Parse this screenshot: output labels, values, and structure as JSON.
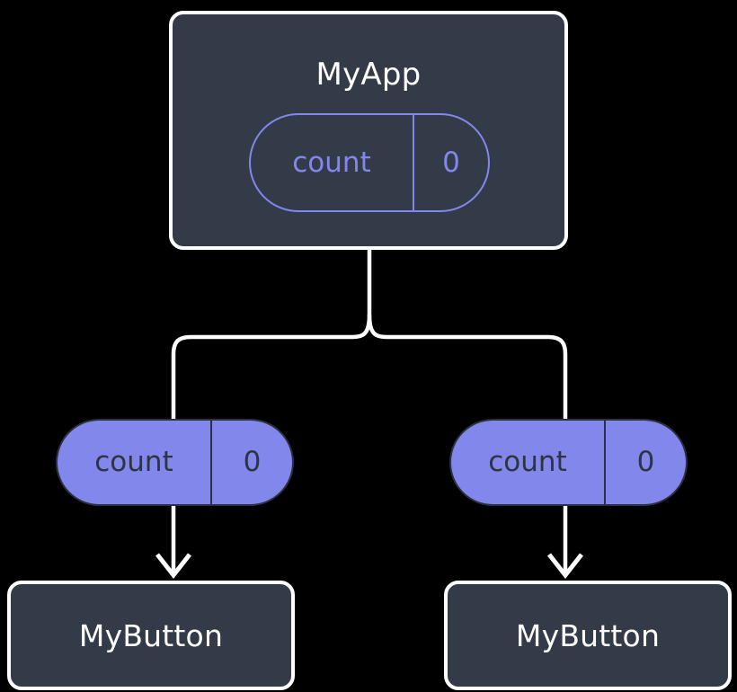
{
  "diagram": {
    "type": "component-tree",
    "title_semantic": "react-state-propagation-tree",
    "background_color": "#000000",
    "colors": {
      "node_fill": "#343B48",
      "node_border": "#FFFFFF",
      "node_text": "#FFFFFF",
      "accent_purple": "#8287EC",
      "pill_filled_text": "#2E3440",
      "wire": "#FFFFFF"
    }
  },
  "root": {
    "label": "MyApp",
    "state": {
      "key": "count",
      "value": "0"
    }
  },
  "props": [
    {
      "key": "count",
      "value": "0"
    },
    {
      "key": "count",
      "value": "0"
    }
  ],
  "children": [
    {
      "label": "MyButton"
    },
    {
      "label": "MyButton"
    }
  ],
  "icons": {
    "arrow_down": "arrow-down-icon",
    "branch": "branch-connector-icon"
  }
}
